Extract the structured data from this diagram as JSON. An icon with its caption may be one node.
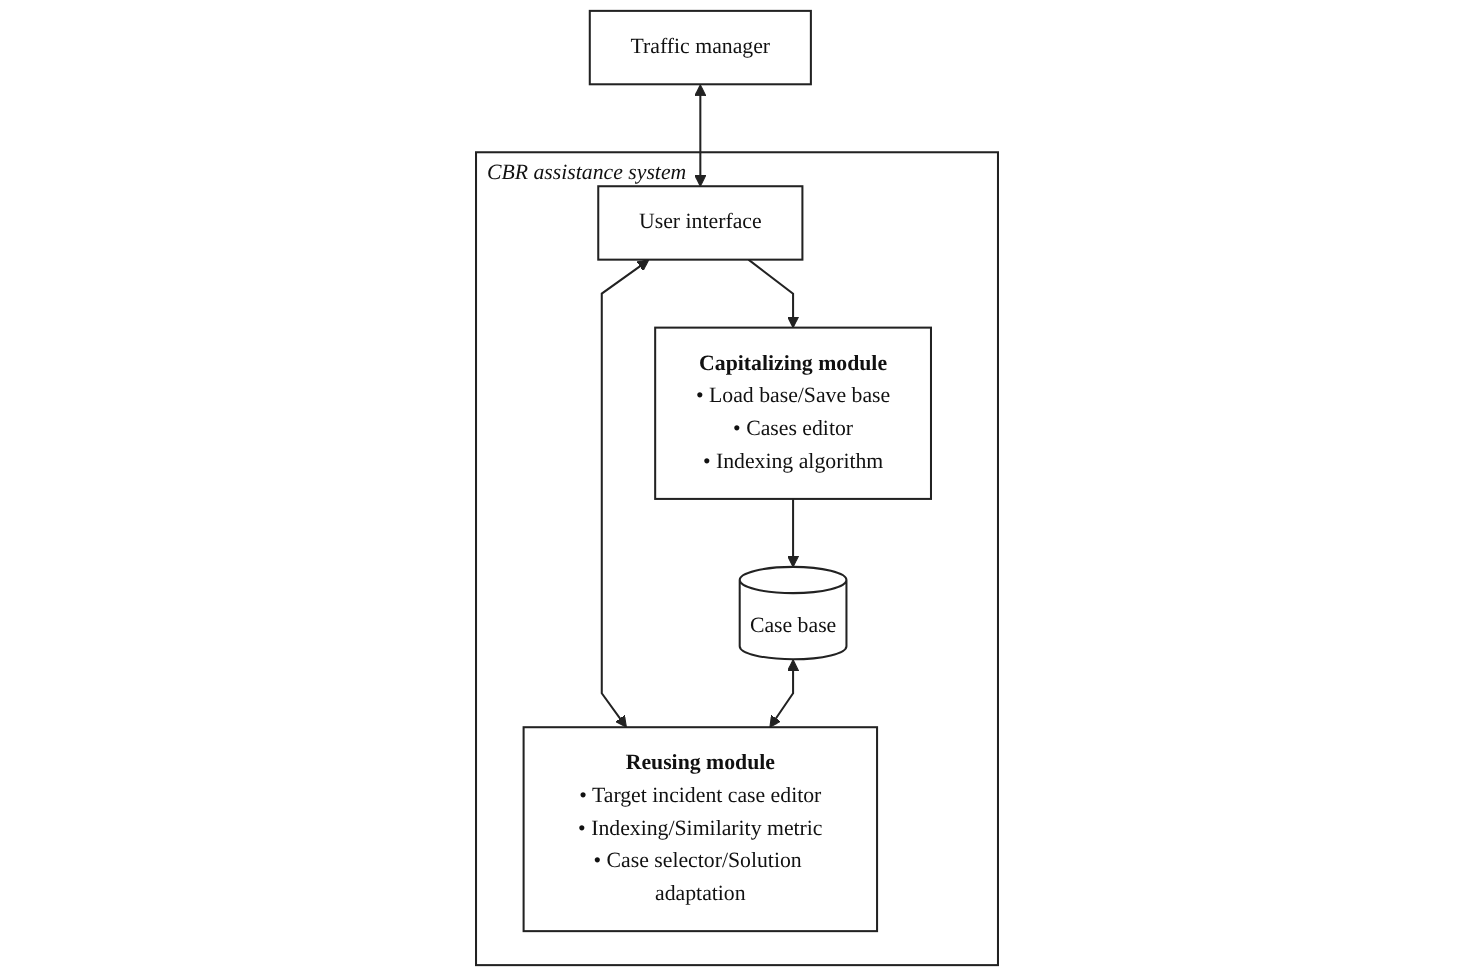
{
  "diagram": {
    "nodes": [
      {
        "text": [
          "Traffic manager"
        ]
      },
      {
        "text": [
          "CBR assistance system"
        ]
      },
      {
        "text": [
          "User interface"
        ],
        "in": 1
      },
      {
        "text": [
          "Capitalizing module",
          "• Load base/Save base",
          "• Cases editor",
          "• Indexing algorithm"
        ],
        "in": 1
      },
      {
        "text": [
          "Reusing module",
          "• Target incident case editor",
          "• Indexing/Similarity metric",
          "• Case selector/Solution adaptation"
        ],
        "in": 1
      },
      {
        "text": [
          "Case base"
        ],
        "in": 1
      }
    ],
    "edges": [
      {
        "from": 0,
        "to": 2,
        "arrow": "both"
      },
      {
        "from": 2,
        "to": 3,
        "arrow": "to"
      },
      {
        "from": 2,
        "to": 4,
        "arrow": "both"
      },
      {
        "from": 3,
        "to": 5,
        "arrow": "to"
      },
      {
        "from": 5,
        "to": 4,
        "arrow": "both"
      }
    ]
  }
}
